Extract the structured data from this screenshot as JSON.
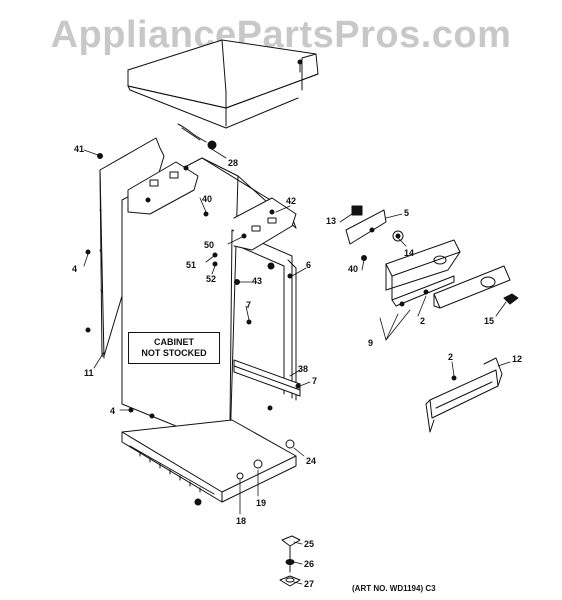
{
  "watermark": "AppliancePartsPros.com",
  "cabinet_note": {
    "line1": "CABINET",
    "line2": "NOT STOCKED"
  },
  "art_number": "(ART NO. WD1194) C3",
  "callouts": {
    "c41": "41",
    "c28": "28",
    "c40a": "40",
    "c42": "42",
    "c13": "13",
    "c5": "5",
    "c50": "50",
    "c14": "14",
    "c40b": "40",
    "c4a": "4",
    "c51": "51",
    "c52": "52",
    "c43": "43",
    "c6": "6",
    "c7a": "7",
    "c2a": "2",
    "c15": "15",
    "c9": "9",
    "c11": "11",
    "c38": "38",
    "c7b": "7",
    "c2b": "2",
    "c12": "12",
    "c4b": "4",
    "c24": "24",
    "c19": "19",
    "c18": "18",
    "c25": "25",
    "c26": "26",
    "c27": "27"
  }
}
